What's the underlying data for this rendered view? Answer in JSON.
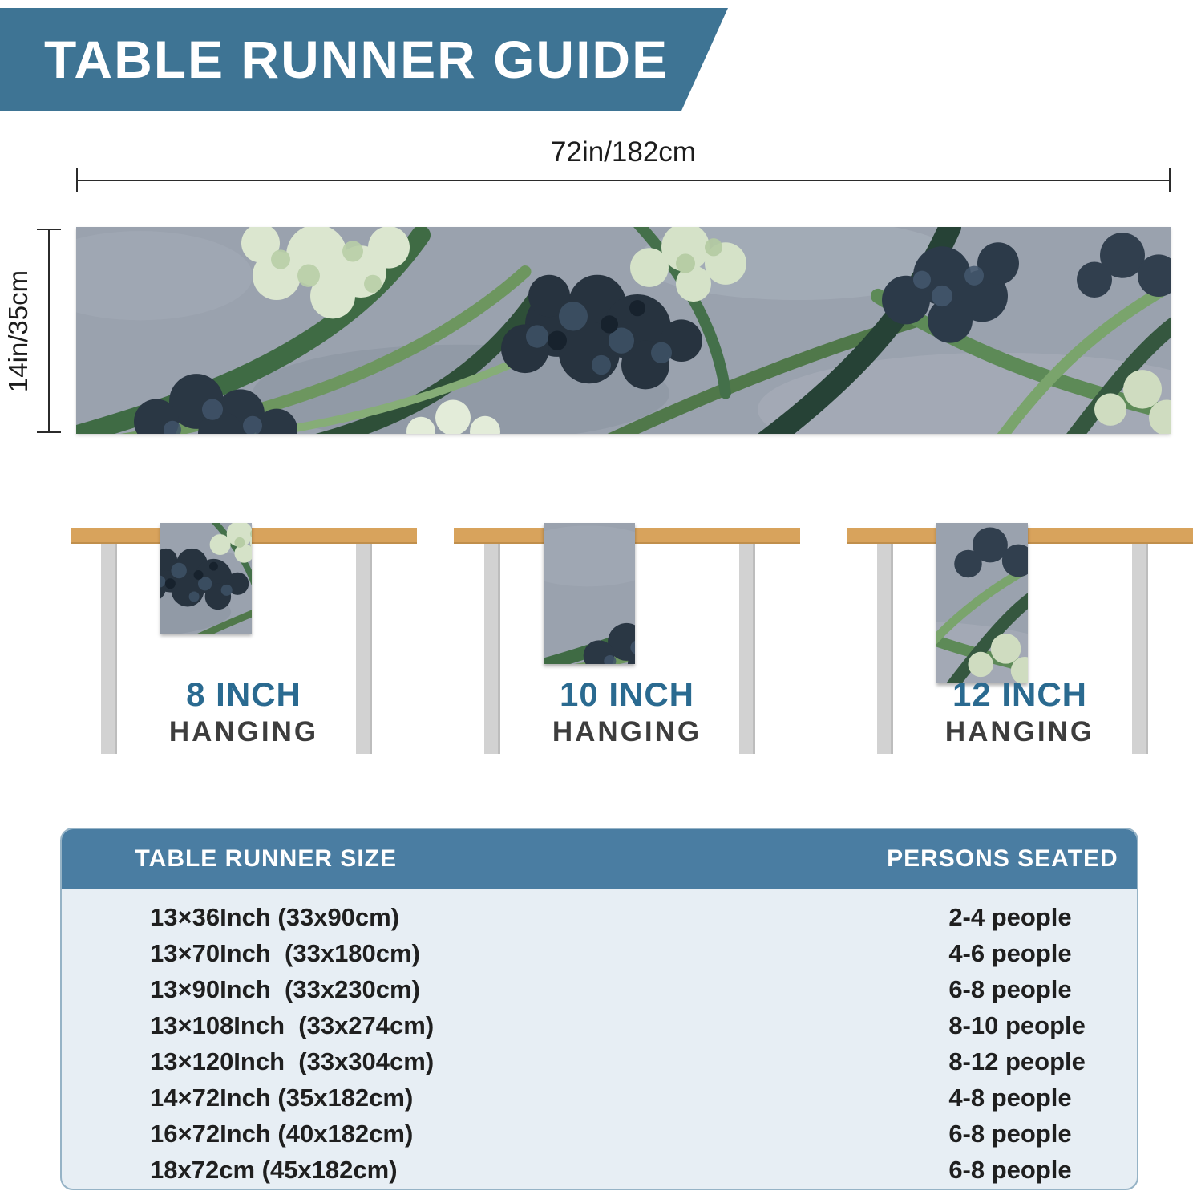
{
  "banner": {
    "title": "TABLE RUNNER GUIDE"
  },
  "runner": {
    "width_label": "72in/182cm",
    "height_label": "14in/35cm",
    "description": "gray table runner with dark navy and pale green hyacinth flowers and green leaves"
  },
  "hanging_examples": [
    {
      "size": "8 INCH",
      "label": "HANGING"
    },
    {
      "size": "10 INCH",
      "label": "HANGING"
    },
    {
      "size": "12 INCH",
      "label": "HANGING"
    }
  ],
  "size_table": {
    "headers": {
      "size": "TABLE RUNNER SIZE",
      "persons": "PERSONS SEATED"
    },
    "rows": [
      {
        "size": "13×36Inch (33x90cm)",
        "persons": "2-4 people"
      },
      {
        "size": "13×70Inch  (33x180cm)",
        "persons": "4-6 people"
      },
      {
        "size": "13×90Inch  (33x230cm)",
        "persons": "6-8 people"
      },
      {
        "size": "13×108Inch  (33x274cm)",
        "persons": "8-10 people"
      },
      {
        "size": "13×120Inch  (33x304cm)",
        "persons": "8-12 people"
      },
      {
        "size": "14×72Inch (35x182cm)",
        "persons": "4-8 people"
      },
      {
        "size": "16×72Inch (40x182cm)",
        "persons": "6-8 people"
      },
      {
        "size": "18x72cm (45x182cm)",
        "persons": "6-8 people"
      }
    ]
  },
  "colors": {
    "banner_blue": "#3e7494",
    "accent_blue": "#2a6a90",
    "table_header_blue": "#4a7da2",
    "table_body_bg": "#e7eef4",
    "table_border": "#96b3c6",
    "wood": "#d8a35c",
    "leg_gray": "#d2d2d2",
    "runner_bg_gray": "#9aa2ae",
    "flower_dark_navy": "#27333f",
    "flower_pale_green": "#dbe6cf",
    "leaf_green": "#3f6b44"
  }
}
